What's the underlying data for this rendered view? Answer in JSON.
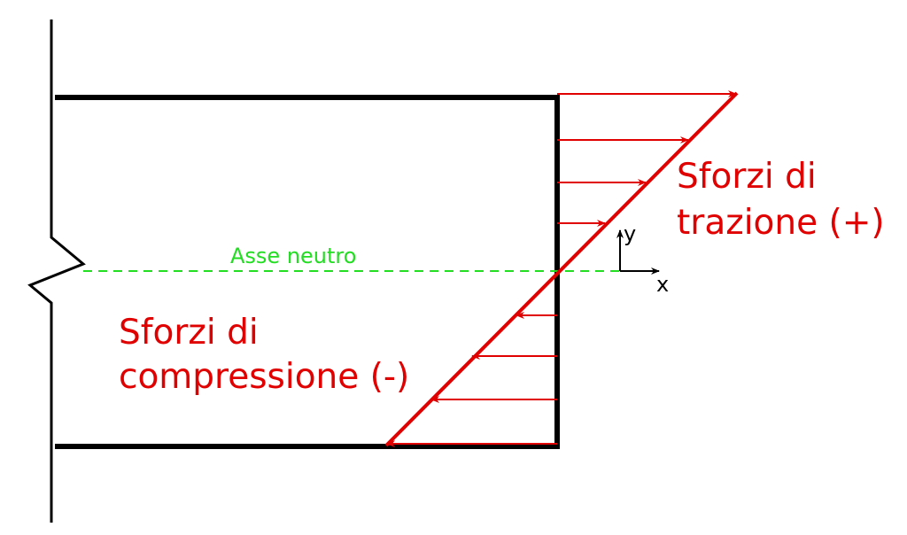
{
  "labels": {
    "neutral_axis": "Asse neutro",
    "tension_line1": "Sforzi di",
    "tension_line2": "trazione (+)",
    "compression_line1": "Sforzi di",
    "compression_line2": "compressione (-)",
    "axis_y": "y",
    "axis_x": "x"
  },
  "colors": {
    "structure": "#000000",
    "stress": "#e00000",
    "neutral_axis": "#22dd22",
    "background": "#ffffff"
  },
  "stress_distribution": {
    "type": "linear",
    "top_fiber": "tension",
    "bottom_fiber": "compression",
    "arrows_tension": 4,
    "arrows_compression": 4
  }
}
